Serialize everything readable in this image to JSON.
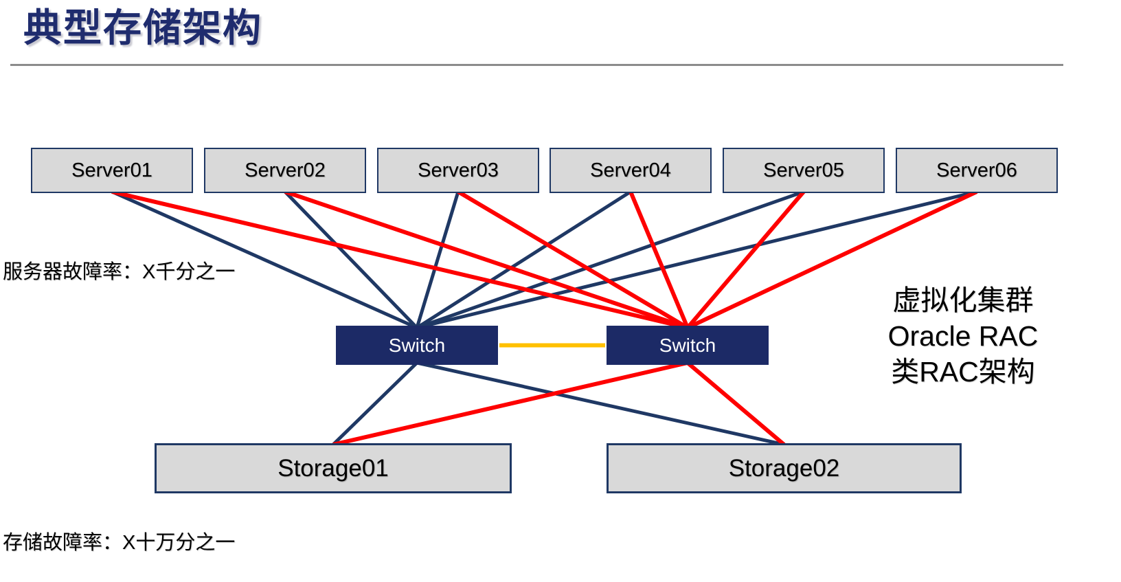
{
  "title": "典型存储架构",
  "servers": [
    "Server01",
    "Server02",
    "Server03",
    "Server04",
    "Server05",
    "Server06"
  ],
  "switches": [
    "Switch",
    "Switch"
  ],
  "storages": [
    "Storage01",
    "Storage02"
  ],
  "annotations": {
    "server_failure_rate": "服务器故障率：X千分之一",
    "storage_failure_rate": "存储故障率：X十万分之一",
    "cluster_note": [
      "虚拟化集群",
      "Oracle RAC",
      "类RAC架构"
    ]
  },
  "colors": {
    "title": "#1f2c6e",
    "navy_link": "#1f3864",
    "red_link": "#fe0000",
    "inter_switch_link": "#ffc000",
    "switch_fill": "#1c2a66",
    "node_fill": "#d9d9d9",
    "node_border": "#1f3864"
  },
  "connections": [
    {
      "from": "server01",
      "to": "switch-a",
      "type": "navy"
    },
    {
      "from": "server02",
      "to": "switch-a",
      "type": "navy"
    },
    {
      "from": "server03",
      "to": "switch-a",
      "type": "navy"
    },
    {
      "from": "server04",
      "to": "switch-a",
      "type": "navy"
    },
    {
      "from": "server05",
      "to": "switch-a",
      "type": "navy"
    },
    {
      "from": "server06",
      "to": "switch-a",
      "type": "navy"
    },
    {
      "from": "server01",
      "to": "switch-b",
      "type": "red"
    },
    {
      "from": "server02",
      "to": "switch-b",
      "type": "red"
    },
    {
      "from": "server03",
      "to": "switch-b",
      "type": "red"
    },
    {
      "from": "server04",
      "to": "switch-b",
      "type": "red"
    },
    {
      "from": "server05",
      "to": "switch-b",
      "type": "red"
    },
    {
      "from": "server06",
      "to": "switch-b",
      "type": "red"
    },
    {
      "from": "switch-a",
      "to": "switch-b",
      "type": "yellow"
    },
    {
      "from": "switch-a",
      "to": "storage01",
      "type": "navy"
    },
    {
      "from": "switch-a",
      "to": "storage02",
      "type": "navy"
    },
    {
      "from": "switch-b",
      "to": "storage01",
      "type": "red"
    },
    {
      "from": "switch-b",
      "to": "storage02",
      "type": "red"
    }
  ]
}
